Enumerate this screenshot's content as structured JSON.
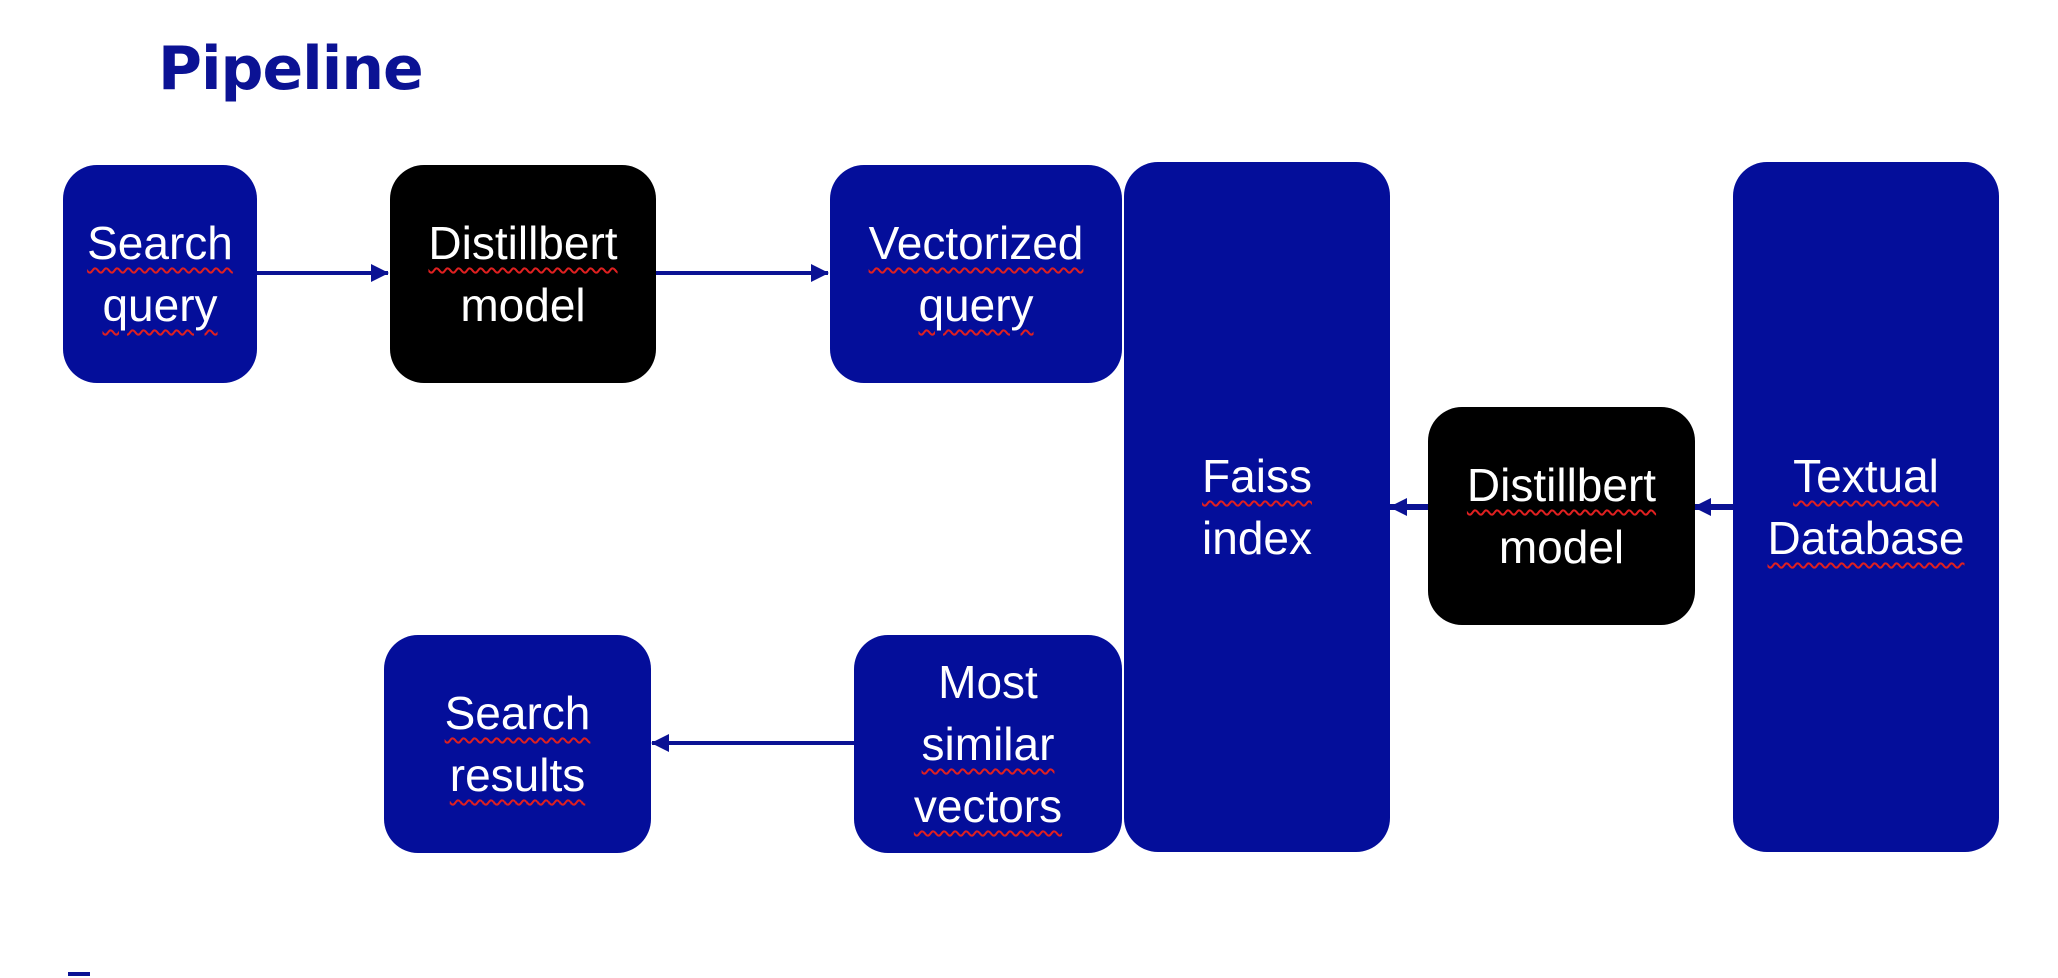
{
  "slide": {
    "title": "Pipeline"
  },
  "nodes": {
    "search_query": {
      "line1": "Search",
      "line2": "query"
    },
    "distillbert_top": {
      "line1": "Distillbert",
      "line2": "model"
    },
    "vectorized_query": {
      "line1": "Vectorized",
      "line2": "query"
    },
    "faiss_index": {
      "line1": "Faiss",
      "line2": "index"
    },
    "distillbert_right": {
      "line1": "Distillbert",
      "line2": "model"
    },
    "textual_database": {
      "line1": "Textual",
      "line2": "Database"
    },
    "most_similar": {
      "line1": "Most",
      "line2": "similar",
      "line3": "vectors"
    },
    "search_results": {
      "line1": "Search",
      "line2": "results"
    }
  },
  "colors": {
    "node_blue": "#040E9A",
    "node_black": "#000000",
    "arrow": "#0B1294",
    "title": "#0B1294"
  }
}
